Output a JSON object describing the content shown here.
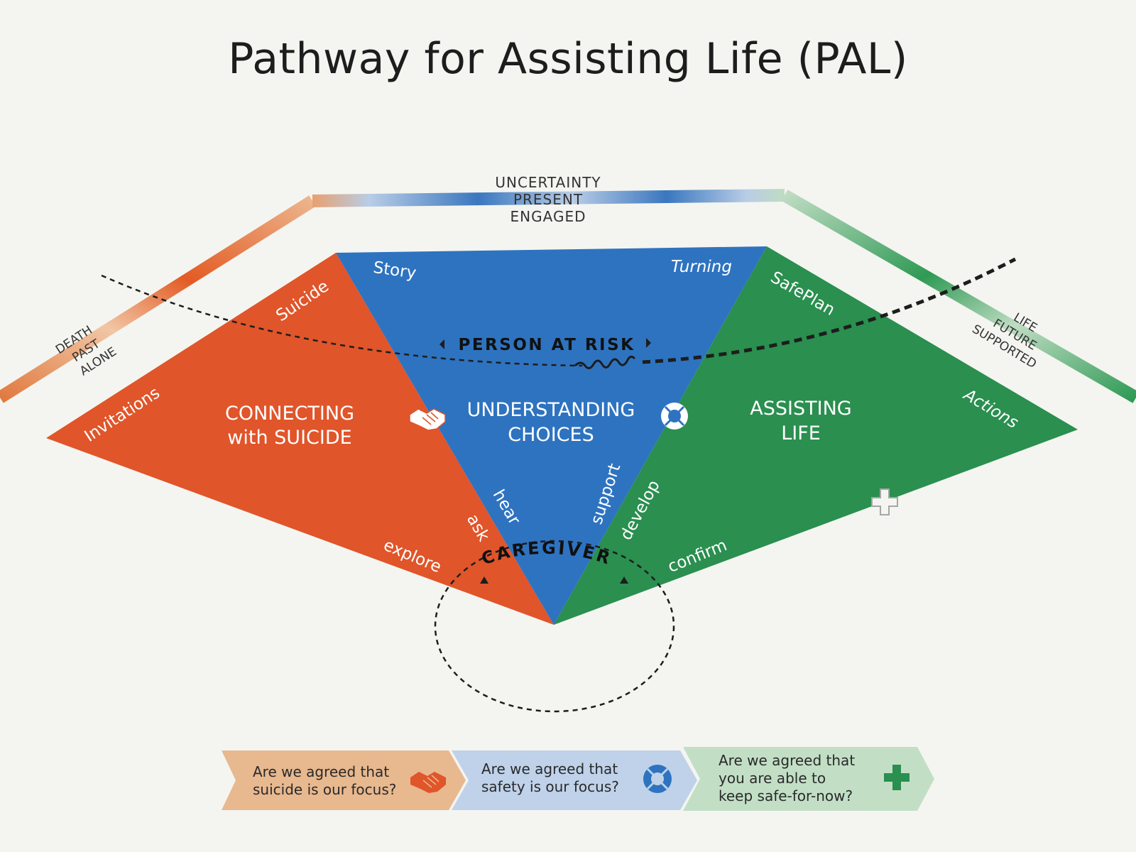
{
  "title": "Pathway for Assisting Life (PAL)",
  "colors": {
    "connecting": "#e0552a",
    "understanding": "#2e73c0",
    "assisting": "#2a8f4f",
    "band_orange": "#e8a070",
    "band_blue": "#b9cde6",
    "band_green": "#bfdcc3",
    "paper": "#f4f5f0",
    "ink": "#1d1d1d"
  },
  "top_band": {
    "lines": [
      "UNCERTAINTY",
      "PRESENT",
      "ENGAGED"
    ]
  },
  "left_band": {
    "lines": [
      "DEATH",
      "PAST",
      "ALONE"
    ]
  },
  "right_band": {
    "lines": [
      "LIFE",
      "FUTURE",
      "SUPPORTED"
    ]
  },
  "sections": {
    "connecting": {
      "lines": [
        "CONNECTING",
        "with SUICIDE"
      ],
      "icon": "handshake-icon",
      "edge_words": [
        "Suicide",
        "Invitations",
        "explore",
        "ask"
      ]
    },
    "understanding": {
      "lines": [
        "UNDERSTANDING",
        "CHOICES"
      ],
      "icon": "lifebuoy-icon",
      "edge_words": [
        "Story",
        "Turning",
        "hear",
        "support"
      ]
    },
    "assisting": {
      "lines": [
        "ASSISTING",
        "LIFE"
      ],
      "icon": "plus-icon",
      "edge_words": [
        "SafePlan",
        "Actions",
        "develop",
        "confirm"
      ]
    }
  },
  "person_at_risk": "PERSON AT RISK",
  "caregiver": "CAREGIVER",
  "banners": [
    {
      "lines": [
        "Are we agreed that",
        "suicide is our focus?"
      ],
      "icon": "handshake-icon"
    },
    {
      "lines": [
        "Are we agreed that",
        "safety is our focus?"
      ],
      "icon": "lifebuoy-icon"
    },
    {
      "lines": [
        "Are we agreed that",
        "you are able to",
        "keep safe-for-now?"
      ],
      "icon": "plus-icon"
    }
  ]
}
